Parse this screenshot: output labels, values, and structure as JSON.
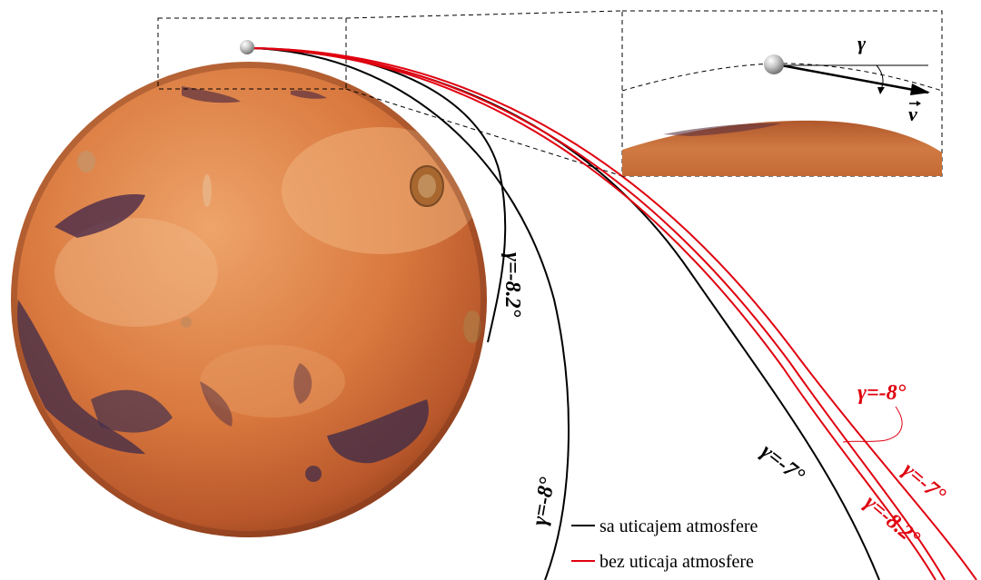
{
  "colors": {
    "with_atmosphere": "#000000",
    "without_atmosphere": "#e0000f",
    "planet_light": "#e79a5c",
    "planet_dark": "#b8542a",
    "planet_shadow": "#6e2e16"
  },
  "planet": {
    "name_icon": "mars-planet"
  },
  "spacecraft": {
    "icon": "sphere-probe"
  },
  "inset": {
    "angle_label": "γ",
    "velocity_label": "v"
  },
  "trajectories": {
    "with_atmosphere": [
      {
        "label": "γ=-8.2°"
      },
      {
        "label": "γ=-8°"
      },
      {
        "label": "γ=-7°"
      }
    ],
    "without_atmosphere": [
      {
        "label": "γ=-8°"
      },
      {
        "label": "γ=-7°"
      },
      {
        "label": "γ=-8.2°"
      }
    ]
  },
  "legend": {
    "items": [
      {
        "label": "sa uticajem atmosfere",
        "color": "#000000"
      },
      {
        "label": "bez uticaja atmosfere",
        "color": "#e0000f"
      }
    ]
  }
}
